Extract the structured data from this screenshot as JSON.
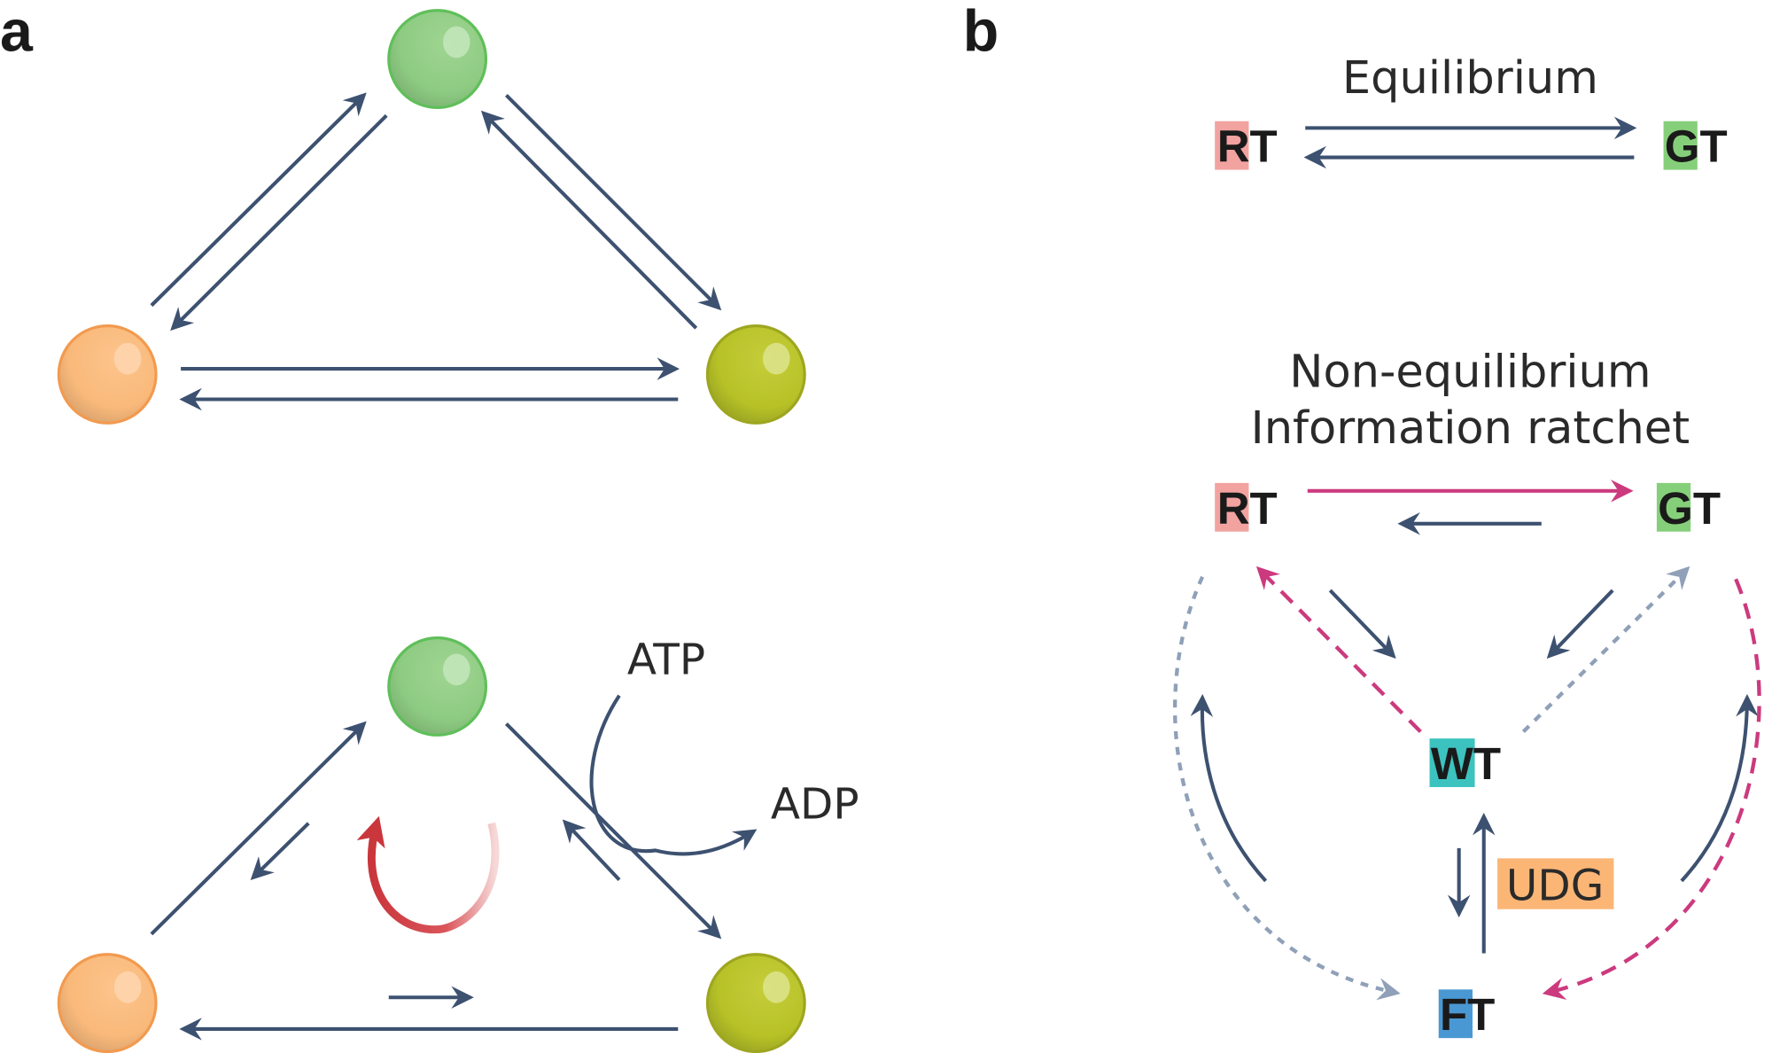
{
  "panels": {
    "a": {
      "letter": "a",
      "top_network": {
        "description": "three states, reversible transitions (equilibrium)"
      },
      "bottom_network": {
        "description": "driven cycle",
        "atp_label": "ATP",
        "adp_label": "ADP"
      },
      "node_colors": {
        "top": "#8ecb82",
        "left": "#f9b97a",
        "right": "#b7c227"
      }
    },
    "b": {
      "letter": "b",
      "equilibrium": {
        "title": "Equilibrium",
        "left_state": {
          "highlight": "R",
          "rest": "T",
          "color": "#f2a3a0"
        },
        "right_state": {
          "highlight": "G",
          "rest": "T",
          "color": "#86cf7a"
        }
      },
      "non_equilibrium": {
        "title_line1": "Non-equilibrium",
        "title_line2": "Information ratchet",
        "states": {
          "rt": {
            "highlight": "R",
            "rest": "T",
            "color": "#f2a3a0"
          },
          "gt": {
            "highlight": "G",
            "rest": "T",
            "color": "#86cf7a"
          },
          "wt": {
            "highlight": "W",
            "rest": "T",
            "color": "#3cc3c0"
          },
          "ft": {
            "highlight": "F",
            "rest": "T",
            "color": "#4a98d3"
          }
        },
        "enzyme": {
          "label": "UDG",
          "color": "#fbb676"
        }
      }
    }
  },
  "colors": {
    "arrow": "#3d5170",
    "pink": "#cc3a7e",
    "light_dashed": "#8fa0b8",
    "cycle_red": "#c9363c"
  }
}
